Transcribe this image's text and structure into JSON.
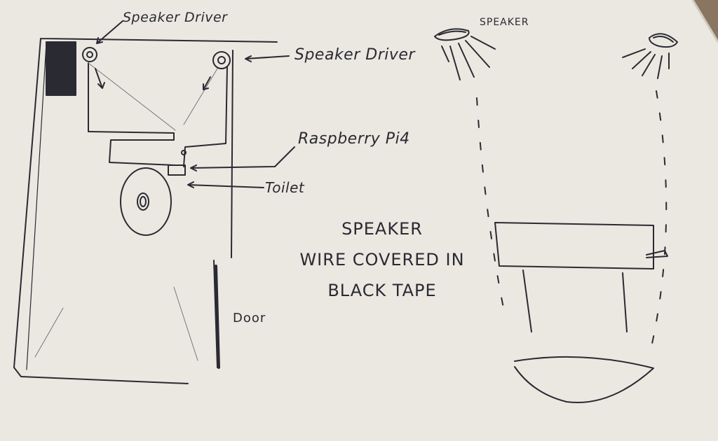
{
  "labels": {
    "speaker_driver_top": "Speaker Driver",
    "speaker_driver_right": "Speaker Driver",
    "raspberry_pi": "Raspberry Pi4",
    "toilet": "Toilet",
    "door": "Door",
    "speaker_side": "SPEAKER"
  },
  "note": {
    "line1": "SPEAKER",
    "line2": "WIRE COVERED IN",
    "line3": "BLACK TAPE"
  },
  "colors": {
    "paper": "#ebe8e1",
    "ink": "#2a2a33",
    "background": "#8a7560"
  }
}
